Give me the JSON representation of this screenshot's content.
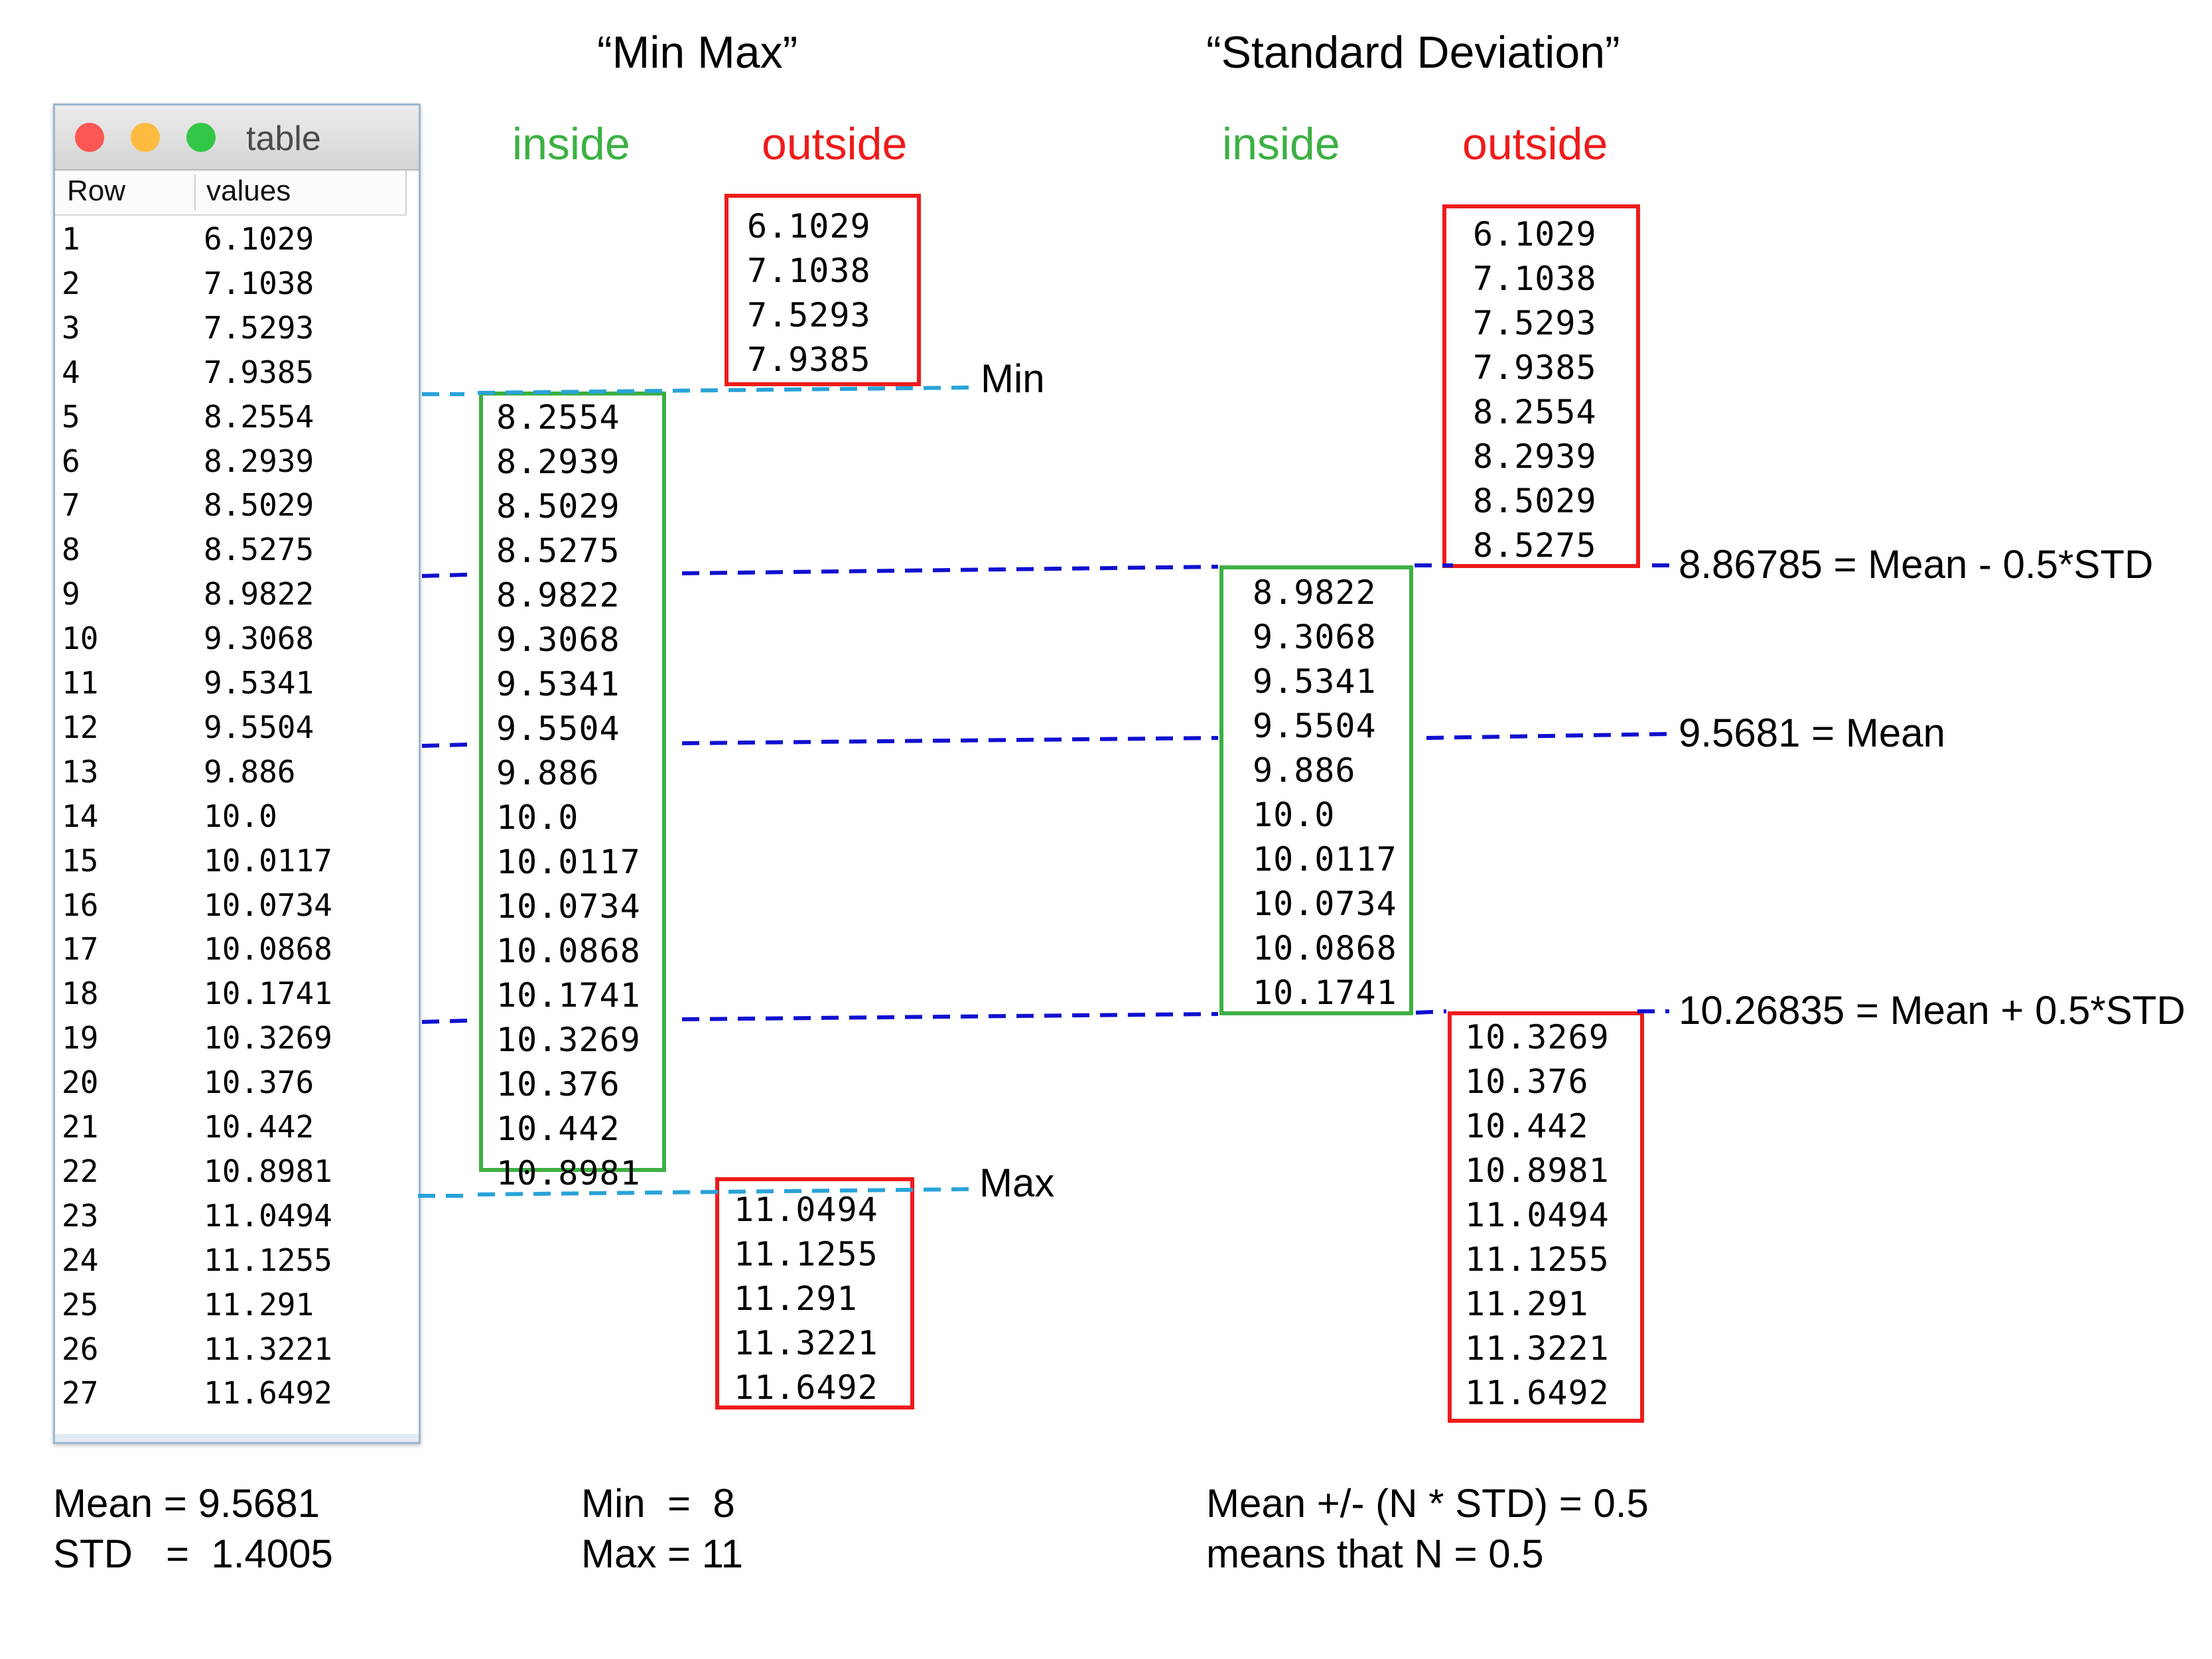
{
  "headings": {
    "minmax": "“Min Max”",
    "std": "“Standard Deviation”",
    "inside": "inside",
    "outside": "outside"
  },
  "window": {
    "title": "table",
    "col_row": "Row",
    "col_values": "values",
    "rows": [
      [
        "1",
        "6.1029"
      ],
      [
        "2",
        "7.1038"
      ],
      [
        "3",
        "7.5293"
      ],
      [
        "4",
        "7.9385"
      ],
      [
        "5",
        "8.2554"
      ],
      [
        "6",
        "8.2939"
      ],
      [
        "7",
        "8.5029"
      ],
      [
        "8",
        "8.5275"
      ],
      [
        "9",
        "8.9822"
      ],
      [
        "10",
        "9.3068"
      ],
      [
        "11",
        "9.5341"
      ],
      [
        "12",
        "9.5504"
      ],
      [
        "13",
        "9.886"
      ],
      [
        "14",
        "10.0"
      ],
      [
        "15",
        "10.0117"
      ],
      [
        "16",
        "10.0734"
      ],
      [
        "17",
        "10.0868"
      ],
      [
        "18",
        "10.1741"
      ],
      [
        "19",
        "10.3269"
      ],
      [
        "20",
        "10.376"
      ],
      [
        "21",
        "10.442"
      ],
      [
        "22",
        "10.8981"
      ],
      [
        "23",
        "11.0494"
      ],
      [
        "24",
        "11.1255"
      ],
      [
        "25",
        "11.291"
      ],
      [
        "26",
        "11.3221"
      ],
      [
        "27",
        "11.6492"
      ]
    ],
    "colors": {
      "close": "#fc5753",
      "minimize": "#fdbc40",
      "zoom": "#33c748"
    }
  },
  "minmax": {
    "outside_top": [
      "6.1029",
      "7.1038",
      "7.5293",
      "7.9385"
    ],
    "inside": [
      "8.2554",
      "8.2939",
      "8.5029",
      "8.5275",
      "8.9822",
      "9.3068",
      "9.5341",
      "9.5504",
      "9.886",
      "10.0",
      "10.0117",
      "10.0734",
      "10.0868",
      "10.1741",
      "10.3269",
      "10.376",
      "10.442",
      "10.8981"
    ],
    "outside_bottom": [
      "11.0494",
      "11.1255",
      "11.291",
      "11.3221",
      "11.6492"
    ],
    "min_label": "Min",
    "max_label": "Max"
  },
  "std": {
    "outside_top": [
      "6.1029",
      "7.1038",
      "7.5293",
      "7.9385",
      "8.2554",
      "8.2939",
      "8.5029",
      "8.5275"
    ],
    "inside": [
      "8.9822",
      "9.3068",
      "9.5341",
      "9.5504",
      "9.886",
      "10.0",
      "10.0117",
      "10.0734",
      "10.0868",
      "10.1741"
    ],
    "outside_bottom": [
      "10.3269",
      "10.376",
      "10.442",
      "10.8981",
      "11.0494",
      "11.1255",
      "11.291",
      "11.3221",
      "11.6492"
    ],
    "lower_label": "8.86785 = Mean - 0.5*STD",
    "mean_label": "9.5681 = Mean",
    "upper_label": "10.26835 = Mean + 0.5*STD"
  },
  "footer": {
    "mean": "Mean =  9.5681",
    "std": "STD   =  1.4005",
    "min": "Min  =  8",
    "max": "Max = 11",
    "formula": "Mean +/- (N * STD) = 0.5",
    "means": "means that N = 0.5"
  },
  "colors": {
    "green": "#3cb043",
    "red": "#ee1b1b",
    "dash_light": "#29a3d8",
    "dash_dark": "#1010d0"
  }
}
